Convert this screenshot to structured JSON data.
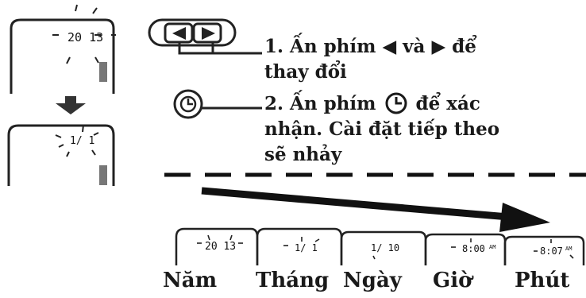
{
  "instructions": {
    "step1_line1": "1. Ấn phím ◀ và ▶ để",
    "step1_line2": "thay đổi",
    "step2_line1": "2. Ấn phím",
    "step2_line1b": "để xác",
    "step2_line2": "nhận. Cài đặt tiếp theo",
    "step2_line3": "sẽ nhảy"
  },
  "displays": {
    "year_top": "20 13",
    "date_mid": "1/ 1"
  },
  "sequence": [
    {
      "lcd": "20 13",
      "label": "Năm"
    },
    {
      "lcd": "1/ 1",
      "label": "Tháng"
    },
    {
      "lcd": "1/ 10",
      "label": "Ngày"
    },
    {
      "lcd": "8:00",
      "suffix": "AM",
      "label": "Giờ"
    },
    {
      "lcd": "8:07",
      "suffix": "AM",
      "label": "Phút"
    }
  ],
  "icons": [
    "arrow-buttons-icon",
    "clock-button-icon",
    "down-arrow-icon",
    "long-arrow-icon"
  ]
}
